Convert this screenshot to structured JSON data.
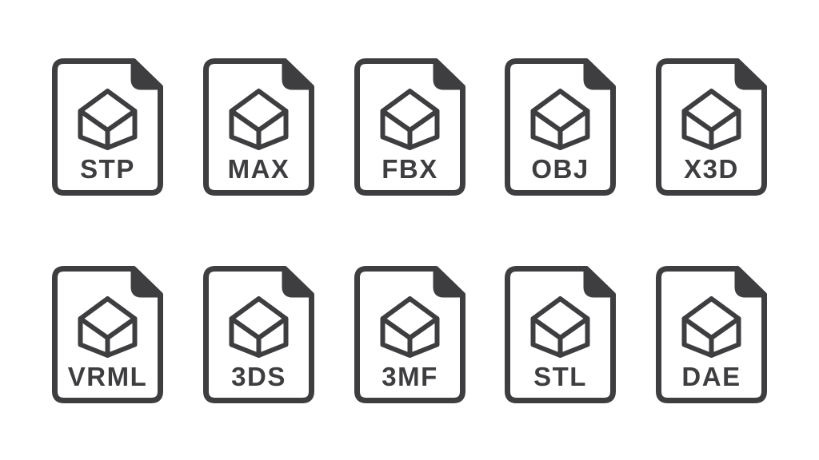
{
  "palette": {
    "ink": "#3e3e41",
    "paper": "#ffffff",
    "background": "#ffffff"
  },
  "icon_glyph": "3d-cube-outline",
  "icons": [
    {
      "label": "STP"
    },
    {
      "label": "MAX"
    },
    {
      "label": "FBX"
    },
    {
      "label": "OBJ"
    },
    {
      "label": "X3D"
    },
    {
      "label": "VRML"
    },
    {
      "label": "3DS"
    },
    {
      "label": "3MF"
    },
    {
      "label": "STL"
    },
    {
      "label": "DAE"
    }
  ]
}
